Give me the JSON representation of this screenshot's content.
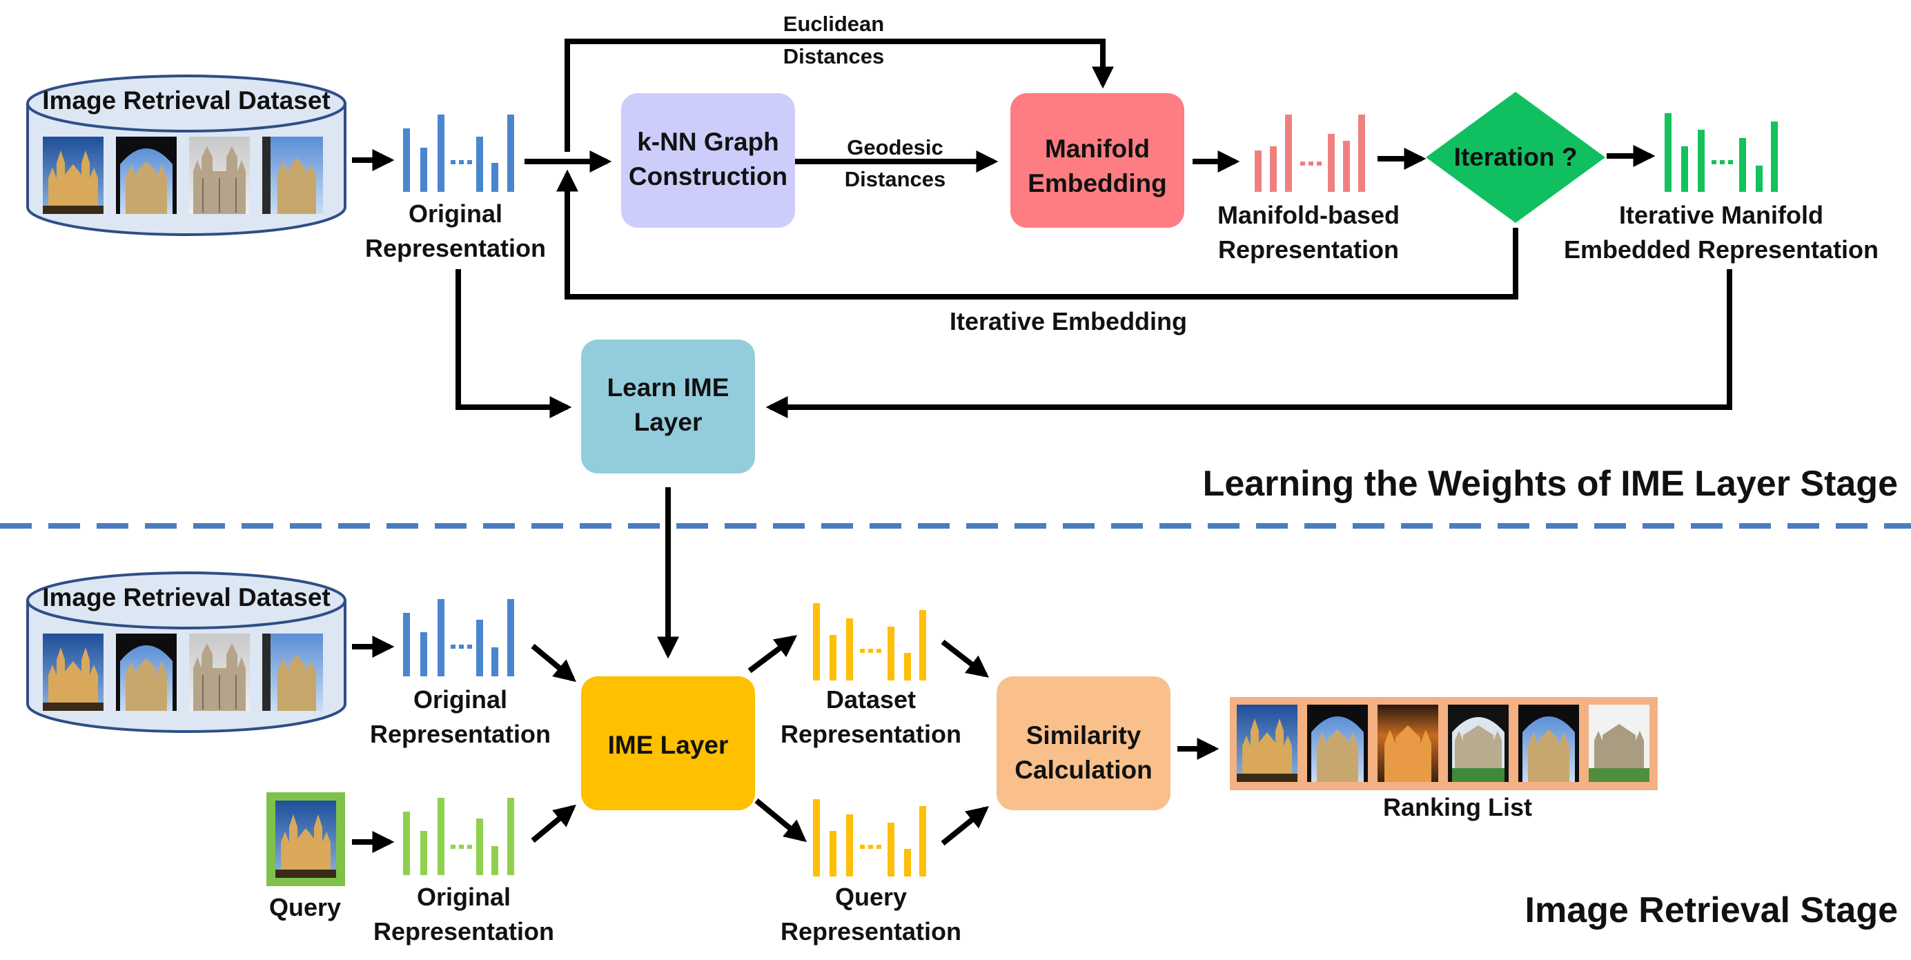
{
  "colors": {
    "blue_bars": "#4a86cf",
    "red_bars": "#f08080",
    "green_bars": "#12c25b",
    "yellow_bars": "#ffbe0a",
    "lightgreen_bars": "#8fd14f",
    "knn_box": "#cdcdfb",
    "manifold_box": "#fd7d82",
    "diamond": "#10c060",
    "learn_box": "#93cddd",
    "ime_box": "#ffc000",
    "similarity_box": "#f9c08c",
    "divider": "#4a7dc0",
    "db_fill": "#dde6f3",
    "db_stroke": "#2e4e86"
  },
  "top": {
    "dataset_title": "Image Retrieval Dataset",
    "orig_label_1": "Original",
    "orig_label_2": "Representation",
    "euclid_1": "Euclidean",
    "euclid_2": "Distances",
    "knn_1": "k-NN Graph",
    "knn_2": "Construction",
    "geodesic_1": "Geodesic",
    "geodesic_2": "Distances",
    "manifold_1": "Manifold",
    "manifold_2": "Embedding",
    "mbased_1": "Manifold-based",
    "mbased_2": "Representation",
    "iteration": "Iteration ?",
    "iter_rep_1": "Iterative Manifold",
    "iter_rep_2": "Embedded Representation",
    "iterative_embedding": "Iterative Embedding",
    "learn_1": "Learn IME",
    "learn_2": "Layer",
    "stage_title": "Learning the Weights of IME Layer Stage"
  },
  "bottom": {
    "dataset_title": "Image Retrieval Dataset",
    "orig_label_1": "Original",
    "orig_label_2": "Representation",
    "query": "Query",
    "query_orig_1": "Original",
    "query_orig_2": "Representation",
    "ime": "IME Layer",
    "dataset_rep_1": "Dataset",
    "dataset_rep_2": "Representation",
    "query_rep_1": "Query",
    "query_rep_2": "Representation",
    "sim_1": "Similarity",
    "sim_2": "Calculation",
    "ranking": "Ranking List",
    "stage_title": "Image Retrieval Stage"
  }
}
